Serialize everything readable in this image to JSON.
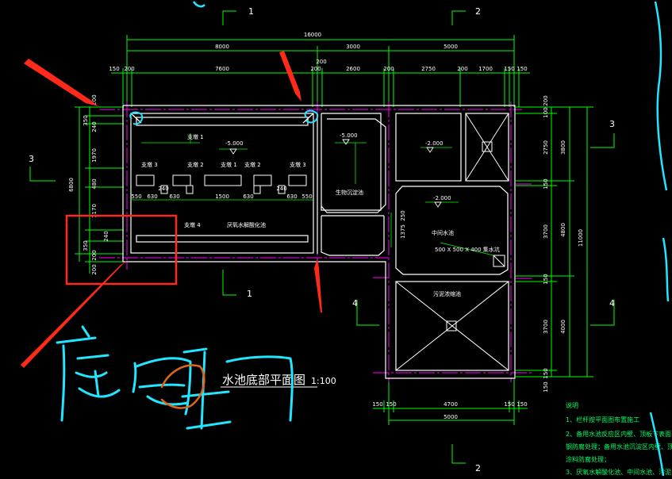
{
  "drawing": {
    "title": "水池底部平面图",
    "scale": "1:100",
    "handwriting": "底板"
  },
  "dimensions_top": {
    "overall": "16000",
    "row1": [
      "8000",
      "3000",
      "5000"
    ],
    "row2": [
      "150",
      "200",
      "7600",
      "200",
      "200",
      "2600",
      "200",
      "2750",
      "200",
      "1700",
      "150",
      "150"
    ]
  },
  "dimensions_left": {
    "outer": "6800",
    "inner": [
      "350",
      "240",
      "1970",
      "480",
      "1170",
      "240",
      "350",
      "200"
    ],
    "extra": "200",
    "extra_top": "200"
  },
  "dimensions_right": {
    "overall": "11000",
    "col2": [
      "3800",
      "4800",
      "4000"
    ],
    "col1": [
      "200",
      "100",
      "2750",
      "150",
      "3700",
      "150",
      "3700",
      "150",
      "150"
    ]
  },
  "dimensions_bottom": {
    "overall": "5000",
    "parts": [
      "150",
      "150",
      "4700",
      "150",
      "150"
    ]
  },
  "inner_dims": [
    "550",
    "630",
    "240",
    "630",
    "1500",
    "630",
    "240",
    "630",
    "550"
  ],
  "section_marks": {
    "top1": "1",
    "top2": "2",
    "bottom1": "1",
    "bottom2": "2",
    "left3": "3",
    "right3": "3",
    "left4": "4",
    "right4": "4"
  },
  "levels": {
    "main": "-5.000",
    "settle": "-5.000",
    "top_right": "-2.000",
    "middle": "-2.000"
  },
  "labels": {
    "bracket1": "支墩 1",
    "bracket2": "支墩 2",
    "bracket3": "支墩 3",
    "bracket4": "支墩 4",
    "bracket1b": "支墩 1",
    "bracket2b": "支墩 2",
    "bracket3b": "支墩 3",
    "anaerobic": "厌氧水解酸化池",
    "settle": "生物沉淀池",
    "middle": "中间水池",
    "sludge": "污泥浓缩池",
    "sump": "500 X 500 X 400 集水坑",
    "side_dim": "250",
    "mid_dim": "1375"
  },
  "notes": {
    "header": "说明",
    "line1": "1、栏杆按平面图布置施工",
    "line2": "2、备用水池反应区内壁、顶板下表面",
    "line3": "钢防腐处理；备用水池沉淀区内壁、顶板",
    "line4": "涂料防腐处理；",
    "line5": "3、厌氧水解酸化池、中间水池、污泥"
  },
  "colors": {
    "background": "#000000",
    "wall": "#ffffff",
    "axis": "#ff00ff",
    "dimension": "#00ff00",
    "arrow": "#ff2a1a",
    "handwriting": "#22e6ff",
    "handwriting_accent": "#e0641a",
    "note_text": "#00ff66"
  }
}
